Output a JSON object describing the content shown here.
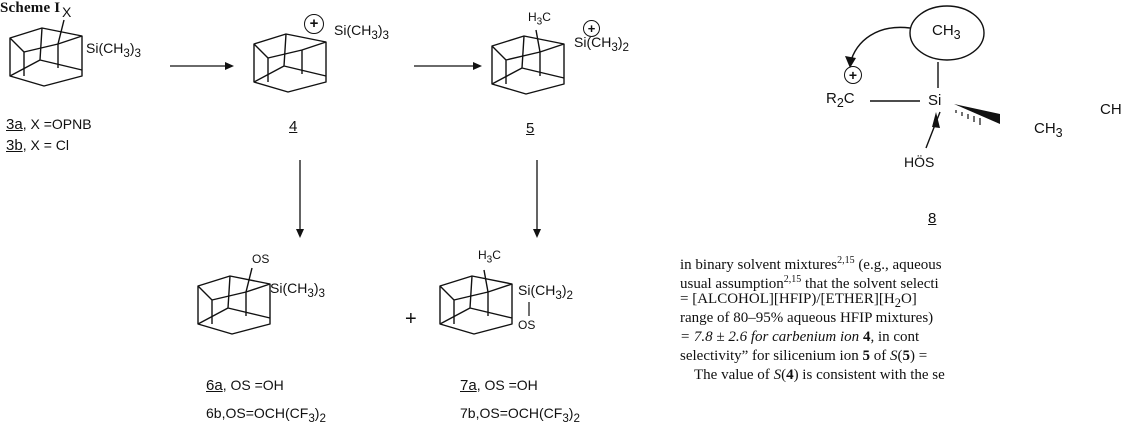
{
  "scheme": {
    "heading": "Scheme I",
    "compounds": {
      "c3": {
        "substituent": "X",
        "group": "Si(CH",
        "sub3": "3",
        "close": ")",
        "sub3b": "3",
        "label_a_num": "3a",
        "label_a_rest": ", X =OPNB",
        "label_b_num": "3b",
        "label_b_rest": ", X = Cl"
      },
      "c4": {
        "charge": "+",
        "group": "Si(CH",
        "sub3": "3",
        "close": ")",
        "sub3b": "3",
        "number": "4"
      },
      "c5": {
        "methyl": "H",
        "methyl_sub": "3",
        "methyl_c": "C",
        "charge": "+",
        "group": "Si(CH",
        "sub3": "3",
        "close": ")",
        "sub2": "2",
        "number": "5"
      },
      "c6": {
        "os": "OS",
        "group": "Si(CH",
        "sub3": "3",
        "close": ")",
        "sub3b": "3",
        "label_a_num": "6a",
        "label_a_rest": ", OS =OH",
        "label_b": "6b,OS=OCH(CF",
        "label_b_sub": "3",
        "label_b_end": ")",
        "label_b_sub2": "2"
      },
      "c7": {
        "methyl": "H",
        "methyl_sub": "3",
        "methyl_c": "C",
        "group": "Si(CH",
        "sub3": "3",
        "close": ")",
        "sub2": "2",
        "os": "OS",
        "label_a_num": "7a",
        "label_a_rest": ", OS =OH",
        "label_b": "7b,OS=OCH(CF",
        "label_b_sub": "3",
        "label_b_end": ")",
        "label_b_sub2": "2"
      },
      "plus": "+"
    }
  },
  "structure8": {
    "ch3_top": "CH",
    "ch3_top_sub": "3",
    "r2c": "R",
    "r2c_sub": "2",
    "r2c_c": "C",
    "charge": "+",
    "si": "Si",
    "ch3_right": "CH",
    "ch3_lower": "CH",
    "ch3_lower_sub": "3",
    "hos": "HÖS",
    "number": "8"
  },
  "text": {
    "line1": "in binary solvent mixtures",
    "line1_sup": "2,15",
    "line1_end": " (e.g., aqueous",
    "line2": "usual assumption",
    "line2_sup": "2,15",
    "line2_end": " that the solvent selecti",
    "line3": "= [ALCOHOL][HFIP)/[ETHER][H",
    "line3_sub": "2",
    "line3_end": "O]",
    "line4": "range of 80–95% aqueous HFIP mixtures)",
    "line5_a": "= 7.8 ± 2.6 for carbenium ion ",
    "line5_b": "4",
    "line5_c": ", in cont",
    "line6_a": "selectivity” for silicenium ion ",
    "line6_b": "5",
    "line6_c": " of ",
    "line6_d": "S",
    "line6_e": "(",
    "line6_f": "5",
    "line6_g": ") = ",
    "line7_a": "The value of ",
    "line7_b": "S",
    "line7_c": "(",
    "line7_d": "4",
    "line7_e": ") is consistent with the se"
  }
}
